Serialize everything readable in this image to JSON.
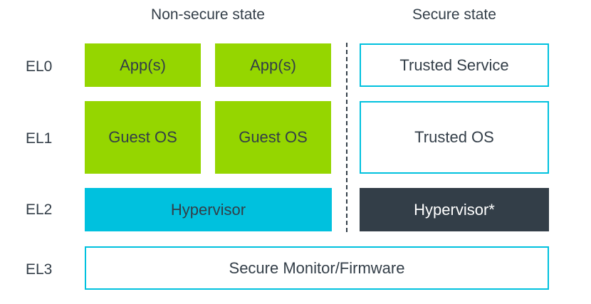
{
  "headers": {
    "non_secure": "Non-secure state",
    "secure": "Secure state"
  },
  "levels": {
    "el0": "EL0",
    "el1": "EL1",
    "el2": "EL2",
    "el3": "EL3"
  },
  "non_secure": {
    "app_1": "App(s)",
    "app_2": "App(s)",
    "guest_os_1": "Guest OS",
    "guest_os_2": "Guest OS",
    "hypervisor": "Hypervisor"
  },
  "secure": {
    "trusted_service": "Trusted Service",
    "trusted_os": "Trusted OS",
    "hypervisor": "Hypervisor*"
  },
  "el3_box": "Secure Monitor/Firmware",
  "colors": {
    "green": "#95d600",
    "cyan": "#00c1de",
    "dark": "#333e48",
    "text": "#333e48"
  }
}
